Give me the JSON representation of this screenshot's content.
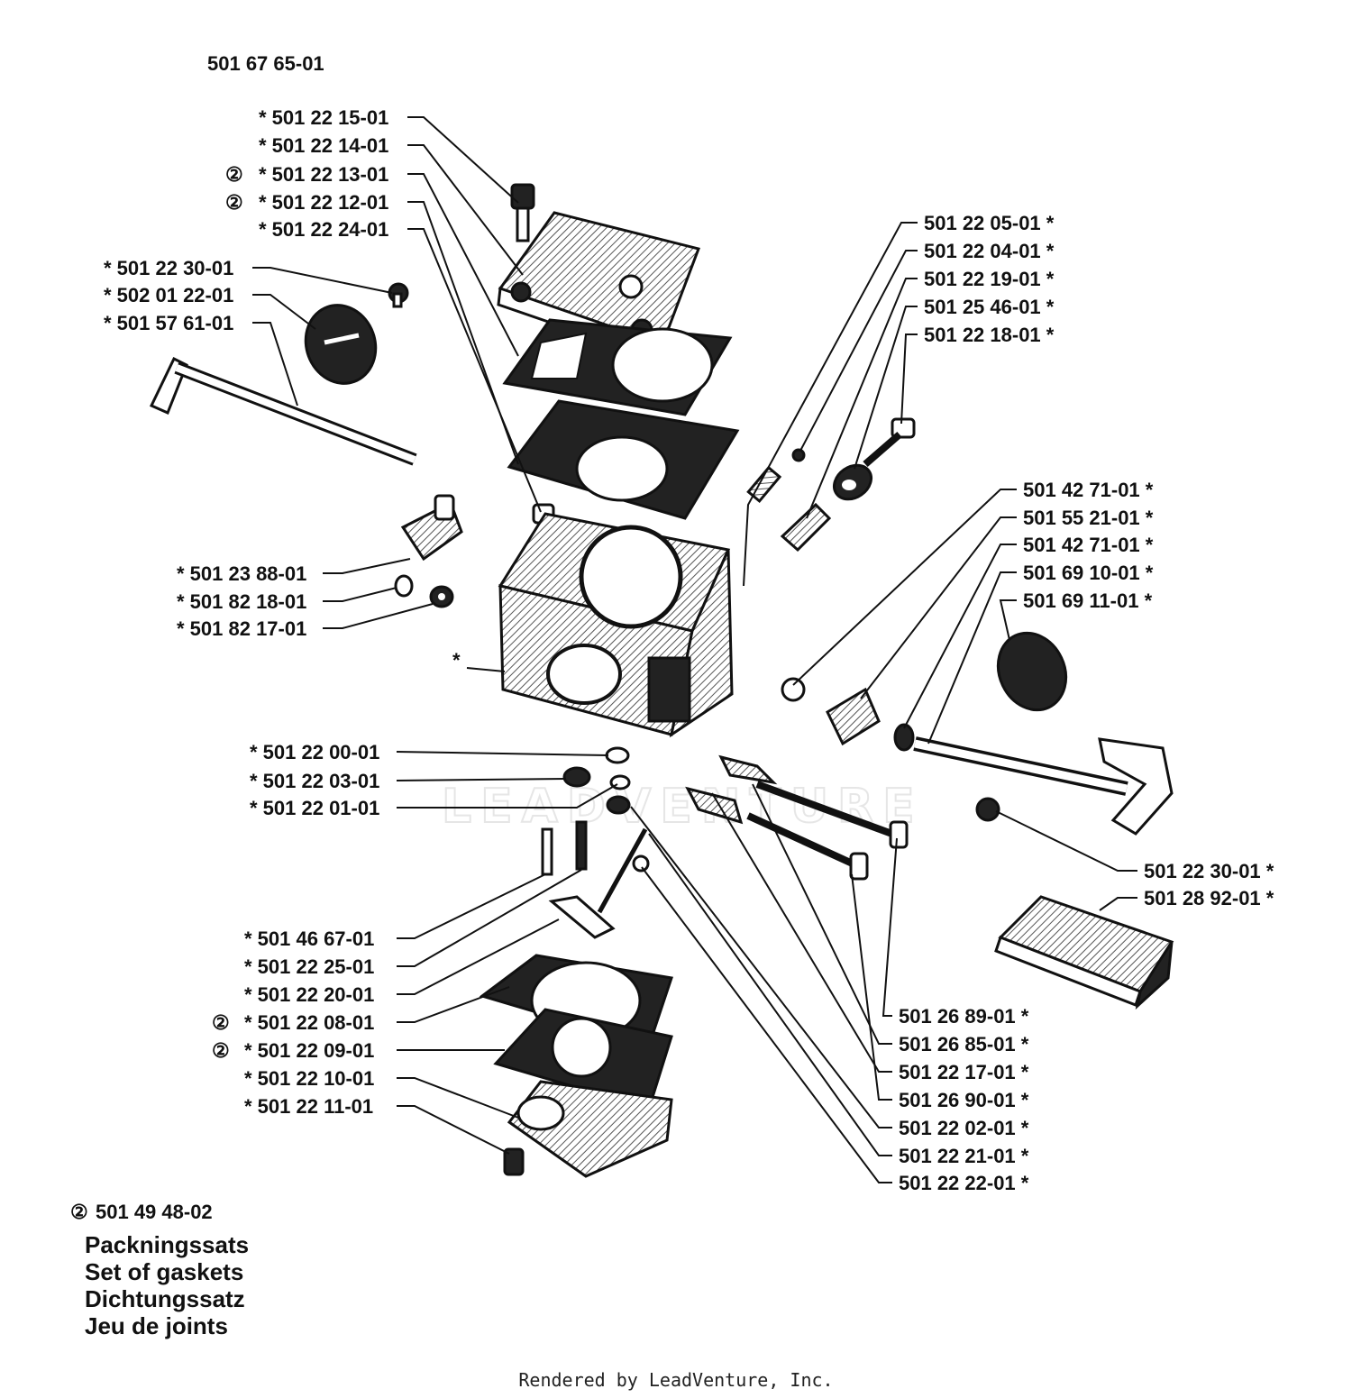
{
  "assembly_code": "501 67 65-01",
  "kit": {
    "code": "501 49 48-02",
    "lines": [
      "Packningssats",
      "Set of gaskets",
      "Dichtungssatz",
      "Jeu de joints"
    ]
  },
  "watermark": "LEADVENTURE",
  "footer": "Rendered by LeadVenture, Inc.",
  "parts": [
    "* 501 22 15-01",
    "* 501 22 14-01",
    "* 501 22 13-01",
    "* 501 22 12-01",
    "* 501 22 24-01",
    "* 501 22 30-01",
    "* 502 01 22-01",
    "* 501 57 61-01",
    "* 501 23 88-01",
    "* 501 82 18-01",
    "* 501 82 17-01",
    "*",
    "* 501 22 00-01",
    "* 501 22 03-01",
    "* 501 22 01-01",
    "* 501 46 67-01",
    "* 501 22 25-01",
    "* 501 22 20-01",
    "* 501 22 08-01",
    "* 501 22 09-01",
    "* 501 22 10-01",
    "* 501 22 11-01",
    "501 22 05-01 *",
    "501 22 04-01 *",
    "501 22 19-01 *",
    "501 25 46-01 *",
    "501 22 18-01 *",
    "501 42 71-01 *",
    "501 55 21-01 *",
    "501 42 71-01 *",
    "501 69 10-01 *",
    "501 69 11-01 *",
    "501 22 30-01 *",
    "501 28 92-01 *",
    "501 26 89-01 *",
    "501 26 85-01 *",
    "501 22 17-01 *",
    "501 26 90-01 *",
    "501 22 02-01 *",
    "501 22 21-01 *",
    "501 22 22-01 *"
  ]
}
